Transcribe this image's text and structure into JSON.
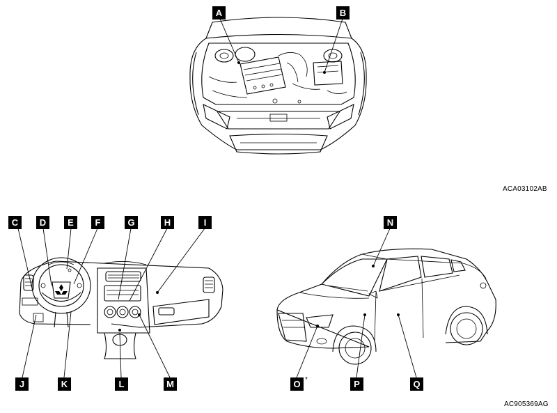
{
  "figure1": {
    "callouts": [
      "A",
      "B"
    ],
    "code": "ACA03102AB"
  },
  "figure2": {
    "callouts": [
      "C",
      "D",
      "E",
      "F",
      "G",
      "H",
      "I",
      "J",
      "K",
      "L",
      "M"
    ]
  },
  "figure3": {
    "callouts": [
      "N",
      "O",
      "P",
      "Q"
    ],
    "asterisk": "*",
    "code": "AC905369AG"
  }
}
